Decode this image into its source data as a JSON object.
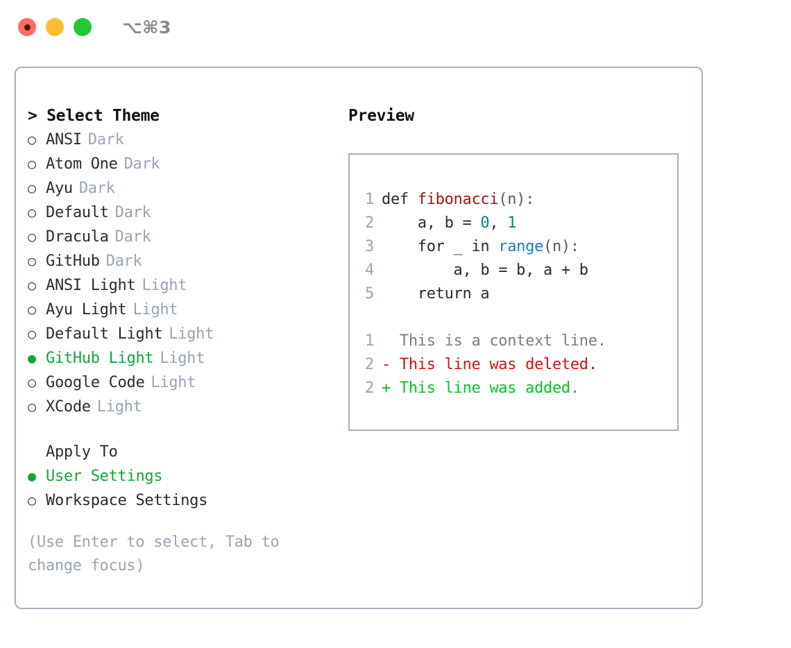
{
  "window": {
    "shortcut": "⌥⌘3",
    "traffic_lights": [
      {
        "name": "close",
        "color": "#fe6c5d",
        "recording": true
      },
      {
        "name": "minimize",
        "color": "#ffbd2e",
        "recording": false
      },
      {
        "name": "zoom",
        "color": "#23c832",
        "recording": false
      }
    ]
  },
  "theme_picker": {
    "header": "> Select Theme",
    "bullet_selected": "●",
    "bullet_unselected": "○",
    "themes": [
      {
        "label": "ANSI",
        "tag": "Dark",
        "selected": false
      },
      {
        "label": "Atom One",
        "tag": "Dark",
        "selected": false
      },
      {
        "label": "Ayu",
        "tag": "Dark",
        "selected": false
      },
      {
        "label": "Default",
        "tag": "Dark",
        "selected": false
      },
      {
        "label": "Dracula",
        "tag": "Dark",
        "selected": false
      },
      {
        "label": "GitHub",
        "tag": "Dark",
        "selected": false
      },
      {
        "label": "ANSI Light",
        "tag": "Light",
        "selected": false
      },
      {
        "label": "Ayu Light",
        "tag": "Light",
        "selected": false
      },
      {
        "label": "Default Light",
        "tag": "Light",
        "selected": false
      },
      {
        "label": "GitHub Light",
        "tag": "Light",
        "selected": true
      },
      {
        "label": "Google Code",
        "tag": "Light",
        "selected": false
      },
      {
        "label": "XCode",
        "tag": "Light",
        "selected": false
      }
    ],
    "apply_to": {
      "header": "Apply To",
      "options": [
        {
          "label": "User Settings",
          "selected": true
        },
        {
          "label": "Workspace Settings",
          "selected": false
        }
      ]
    },
    "hint": "(Use Enter to select, Tab to change focus)"
  },
  "preview": {
    "header": "Preview",
    "code_lines": [
      {
        "no": "1",
        "tokens": [
          {
            "t": "def ",
            "c": "plain"
          },
          {
            "t": "fibonacci",
            "c": "fn"
          },
          {
            "t": "(n):",
            "c": "punct"
          }
        ]
      },
      {
        "no": "2",
        "tokens": [
          {
            "t": "    a, b = ",
            "c": "plain"
          },
          {
            "t": "0",
            "c": "num"
          },
          {
            "t": ", ",
            "c": "plain"
          },
          {
            "t": "1",
            "c": "num"
          }
        ]
      },
      {
        "no": "3",
        "tokens": [
          {
            "t": "    for _ in ",
            "c": "plain"
          },
          {
            "t": "range",
            "c": "builtin"
          },
          {
            "t": "(n):",
            "c": "punct"
          }
        ]
      },
      {
        "no": "4",
        "tokens": [
          {
            "t": "        a, b = b, a + b",
            "c": "plain"
          }
        ]
      },
      {
        "no": "5",
        "tokens": [
          {
            "t": "    return a",
            "c": "plain"
          }
        ]
      }
    ],
    "diff_lines": [
      {
        "no": "1",
        "marker": " ",
        "text": "This is a context line.",
        "kind": "ctx"
      },
      {
        "no": "2",
        "marker": "-",
        "text": "This line was deleted.",
        "kind": "del"
      },
      {
        "no": "2",
        "marker": "+",
        "text": "This line was added.",
        "kind": "add"
      }
    ]
  },
  "colors": {
    "accent_green": "#13a538",
    "diff_add": "#04c422",
    "diff_del": "#cc1414",
    "muted": "#9aa4b4",
    "border": "#a7b0bd",
    "fn_red": "#a31515",
    "builtin_blue": "#157fc4",
    "number_teal": "#0b8080"
  }
}
